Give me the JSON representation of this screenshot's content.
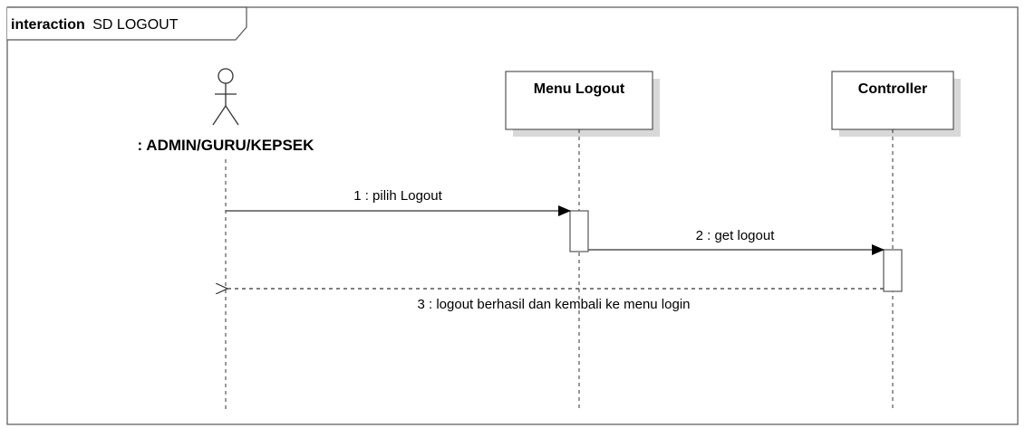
{
  "frame": {
    "keyword": "interaction",
    "name": "SD LOGOUT"
  },
  "actor": {
    "label": ": ADMIN/GURU/KEPSEK"
  },
  "lifelines": [
    {
      "label": "Menu Logout"
    },
    {
      "label": "Controller"
    }
  ],
  "messages": [
    {
      "label": "1 : pilih Logout",
      "kind": "synchronous"
    },
    {
      "label": "2 : get logout",
      "kind": "synchronous"
    },
    {
      "label": "3 : logout berhasil dan kembali ke menu login",
      "kind": "reply"
    }
  ],
  "colors": {
    "line": "#555555",
    "shadow": "#d8d8d8",
    "fill": "#ffffff"
  }
}
